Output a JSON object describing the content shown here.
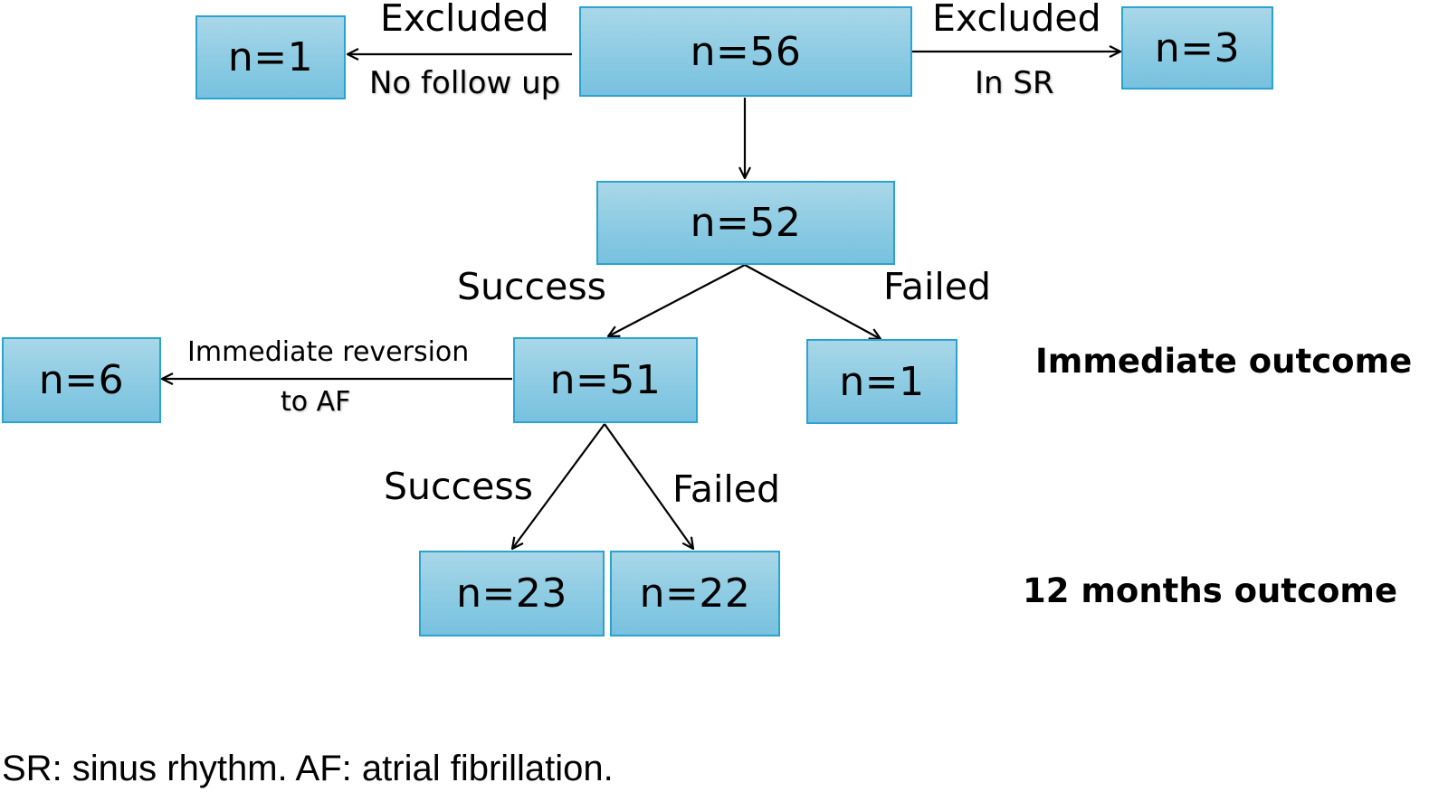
{
  "nodes": {
    "total": "n=56",
    "excluded_no_follow_up": "n=1",
    "excluded_in_sr": "n=3",
    "treated": "n=52",
    "immediate_success": "n=51",
    "immediate_failed": "n=1",
    "reversion_to_af": "n=6",
    "month12_success": "n=23",
    "month12_failed": "n=22"
  },
  "edge_labels": {
    "excluded_left": "Excluded",
    "no_follow_up": "No follow up",
    "excluded_right": "Excluded",
    "in_sr": "In SR",
    "success_1": "Success",
    "failed_1": "Failed",
    "immediate_reversion": "Immediate reversion",
    "to_af": "to AF",
    "success_2": "Success",
    "failed_2": "Failed"
  },
  "stage_labels": {
    "immediate": "Immediate outcome",
    "twelve_months": "12 months outcome"
  },
  "footnote": "SR: sinus rhythm. AF: atrial fibrillation.",
  "colors": {
    "box_fill": "#8ccbe3",
    "box_border": "#2ba3d0",
    "arrow": "#000000"
  }
}
